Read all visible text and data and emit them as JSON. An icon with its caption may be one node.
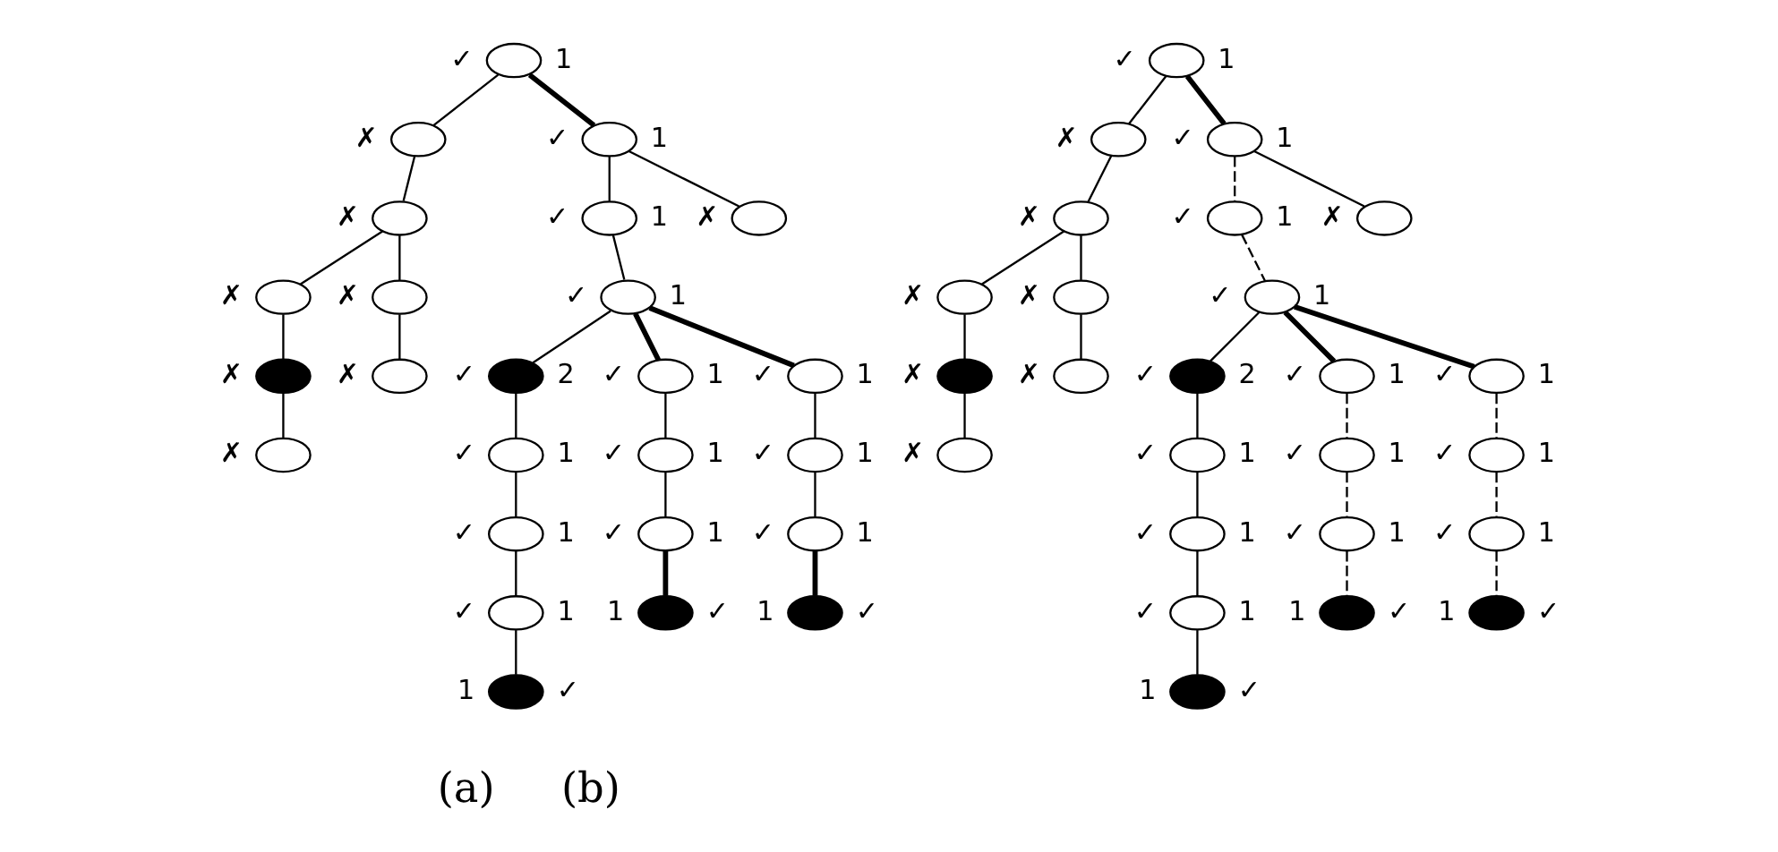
{
  "diagram": {
    "nodes": [
      {
        "text": [],
        "shape": "circle",
        "beside": [
          "✓",
          "1"
        ]
      },
      {
        "text": [],
        "shape": "circle",
        "beside": [
          "✗"
        ]
      },
      {
        "text": [],
        "shape": "circle",
        "beside": [
          "✓",
          "1"
        ]
      },
      {
        "text": [],
        "shape": "circle",
        "beside": [
          "✗"
        ]
      },
      {
        "text": [],
        "shape": "circle",
        "beside": [
          "✓",
          "1"
        ]
      },
      {
        "text": [],
        "shape": "circle",
        "beside": [
          "✗"
        ]
      },
      {
        "text": [],
        "shape": "circle",
        "beside": [
          "✗"
        ]
      },
      {
        "text": [],
        "shape": "circle",
        "beside": [
          "✗"
        ]
      },
      {
        "text": [],
        "shape": "circle",
        "beside": [
          "✓",
          "1"
        ]
      },
      {
        "text": [],
        "shape": "dot",
        "beside": [
          "✗"
        ]
      },
      {
        "text": [],
        "shape": "circle",
        "beside": [
          "✗"
        ]
      },
      {
        "text": [],
        "shape": "dot",
        "beside": [
          "✓",
          "2"
        ]
      },
      {
        "text": [],
        "shape": "circle",
        "beside": [
          "✓",
          "1"
        ]
      },
      {
        "text": [],
        "shape": "circle",
        "beside": [
          "✓",
          "1"
        ]
      },
      {
        "text": [],
        "shape": "circle",
        "beside": [
          "✗"
        ]
      },
      {
        "text": [],
        "shape": "circle",
        "beside": [
          "✓",
          "1"
        ]
      },
      {
        "text": [],
        "shape": "circle",
        "beside": [
          "✓",
          "1"
        ]
      },
      {
        "text": [],
        "shape": "circle",
        "beside": [
          "✓",
          "1"
        ]
      },
      {
        "text": [],
        "shape": "circle",
        "beside": [
          "✓",
          "1"
        ]
      },
      {
        "text": [],
        "shape": "circle",
        "beside": [
          "✓",
          "1"
        ]
      },
      {
        "text": [],
        "shape": "circle",
        "beside": [
          "✓",
          "1"
        ]
      },
      {
        "text": [],
        "shape": "circle",
        "beside": [
          "✓",
          "1"
        ]
      },
      {
        "text": [],
        "shape": "dot",
        "beside": [
          "1",
          "✓"
        ]
      },
      {
        "text": [],
        "shape": "dot",
        "beside": [
          "1",
          "✓"
        ]
      },
      {
        "text": [],
        "shape": "dot",
        "beside": [
          "1",
          "✓"
        ]
      },
      {
        "text": [],
        "shape": "circle",
        "beside": [
          "✓",
          "1"
        ]
      },
      {
        "text": [],
        "shape": "circle",
        "beside": [
          "✗"
        ]
      },
      {
        "text": [],
        "shape": "circle",
        "beside": [
          "✓",
          "1"
        ]
      },
      {
        "text": [],
        "shape": "circle",
        "beside": [
          "✗"
        ]
      },
      {
        "text": [],
        "shape": "circle",
        "beside": [
          "✓",
          "1"
        ]
      },
      {
        "text": [],
        "shape": "circle",
        "beside": [
          "✗"
        ]
      },
      {
        "text": [],
        "shape": "circle",
        "beside": [
          "✗"
        ]
      },
      {
        "text": [],
        "shape": "circle",
        "beside": [
          "✗"
        ]
      },
      {
        "text": [],
        "shape": "circle",
        "beside": [
          "✓",
          "1"
        ]
      },
      {
        "text": [],
        "shape": "dot",
        "beside": [
          "✗"
        ]
      },
      {
        "text": [],
        "shape": "circle",
        "beside": [
          "✗"
        ]
      },
      {
        "text": [],
        "shape": "dot",
        "beside": [
          "✓",
          "2"
        ]
      },
      {
        "text": [],
        "shape": "circle",
        "beside": [
          "✓",
          "1"
        ]
      },
      {
        "text": [],
        "shape": "circle",
        "beside": [
          "✓",
          "1"
        ]
      },
      {
        "text": [],
        "shape": "circle",
        "beside": [
          "✗"
        ]
      },
      {
        "text": [],
        "shape": "circle",
        "beside": [
          "✓",
          "1"
        ]
      },
      {
        "text": [],
        "shape": "circle",
        "beside": [
          "✓",
          "1"
        ]
      },
      {
        "text": [],
        "shape": "circle",
        "beside": [
          "✓",
          "1"
        ]
      },
      {
        "text": [],
        "shape": "circle",
        "beside": [
          "✓",
          "1"
        ]
      },
      {
        "text": [],
        "shape": "circle",
        "beside": [
          "✓",
          "1"
        ]
      },
      {
        "text": [],
        "shape": "circle",
        "beside": [
          "✓",
          "1"
        ]
      },
      {
        "text": [],
        "shape": "circle",
        "beside": [
          "✓",
          "1"
        ]
      },
      {
        "text": [],
        "shape": "dot",
        "beside": [
          "1",
          "✓"
        ]
      },
      {
        "text": [],
        "shape": "dot",
        "beside": [
          "1",
          "✓"
        ]
      },
      {
        "text": [],
        "shape": "dot",
        "beside": [
          "1",
          "✓"
        ]
      }
    ],
    "edges": [
      {
        "from": 0,
        "to": 1,
        "arrow": "none"
      },
      {
        "from": 0,
        "to": 2,
        "arrow": "none",
        "style": "thick"
      },
      {
        "from": 1,
        "to": 3,
        "arrow": "none"
      },
      {
        "from": 2,
        "to": 4,
        "arrow": "none"
      },
      {
        "from": 2,
        "to": 5,
        "arrow": "none"
      },
      {
        "from": 3,
        "to": 6,
        "arrow": "none"
      },
      {
        "from": 3,
        "to": 7,
        "arrow": "none"
      },
      {
        "from": 4,
        "to": 8,
        "arrow": "none"
      },
      {
        "from": 6,
        "to": 9,
        "arrow": "none"
      },
      {
        "from": 7,
        "to": 10,
        "arrow": "none"
      },
      {
        "from": 8,
        "to": 11,
        "arrow": "none"
      },
      {
        "from": 8,
        "to": 12,
        "arrow": "none",
        "style": "thick"
      },
      {
        "from": 8,
        "to": 13,
        "arrow": "none",
        "style": "thick"
      },
      {
        "from": 9,
        "to": 14,
        "arrow": "none"
      },
      {
        "from": 11,
        "to": 15,
        "arrow": "none"
      },
      {
        "from": 12,
        "to": 16,
        "arrow": "none"
      },
      {
        "from": 13,
        "to": 17,
        "arrow": "none"
      },
      {
        "from": 15,
        "to": 18,
        "arrow": "none"
      },
      {
        "from": 16,
        "to": 19,
        "arrow": "none"
      },
      {
        "from": 17,
        "to": 20,
        "arrow": "none"
      },
      {
        "from": 18,
        "to": 21,
        "arrow": "none"
      },
      {
        "from": 19,
        "to": 22,
        "arrow": "none",
        "style": "thick"
      },
      {
        "from": 20,
        "to": 23,
        "arrow": "none",
        "style": "thick"
      },
      {
        "from": 21,
        "to": 24,
        "arrow": "none"
      },
      {
        "from": 25,
        "to": 26,
        "arrow": "none"
      },
      {
        "from": 25,
        "to": 27,
        "arrow": "none",
        "style": "thick"
      },
      {
        "from": 26,
        "to": 28,
        "arrow": "none"
      },
      {
        "from": 27,
        "to": 29,
        "arrow": "none",
        "style": "dashed"
      },
      {
        "from": 27,
        "to": 30,
        "arrow": "none"
      },
      {
        "from": 28,
        "to": 31,
        "arrow": "none"
      },
      {
        "from": 28,
        "to": 32,
        "arrow": "none"
      },
      {
        "from": 29,
        "to": 33,
        "arrow": "none",
        "style": "dashed"
      },
      {
        "from": 31,
        "to": 34,
        "arrow": "none"
      },
      {
        "from": 32,
        "to": 35,
        "arrow": "none"
      },
      {
        "from": 33,
        "to": 36,
        "arrow": "none"
      },
      {
        "from": 33,
        "to": 37,
        "arrow": "none",
        "style": "thick"
      },
      {
        "from": 33,
        "to": 38,
        "arrow": "none",
        "style": "thick"
      },
      {
        "from": 34,
        "to": 39,
        "arrow": "none"
      },
      {
        "from": 36,
        "to": 40,
        "arrow": "none"
      },
      {
        "from": 37,
        "to": 41,
        "arrow": "none",
        "style": "dashed"
      },
      {
        "from": 38,
        "to": 42,
        "arrow": "none",
        "style": "dashed"
      },
      {
        "from": 40,
        "to": 43,
        "arrow": "none"
      },
      {
        "from": 41,
        "to": 44,
        "arrow": "none",
        "style": "dashed"
      },
      {
        "from": 42,
        "to": 45,
        "arrow": "none",
        "style": "dashed"
      },
      {
        "from": 43,
        "to": 46,
        "arrow": "none"
      },
      {
        "from": 44,
        "to": 47,
        "arrow": "none",
        "style": "dashed"
      },
      {
        "from": 45,
        "to": 48,
        "arrow": "none",
        "style": "dashed"
      },
      {
        "from": 46,
        "to": 49,
        "arrow": "none"
      }
    ],
    "labels": [
      "(a)",
      "(b)"
    ]
  }
}
